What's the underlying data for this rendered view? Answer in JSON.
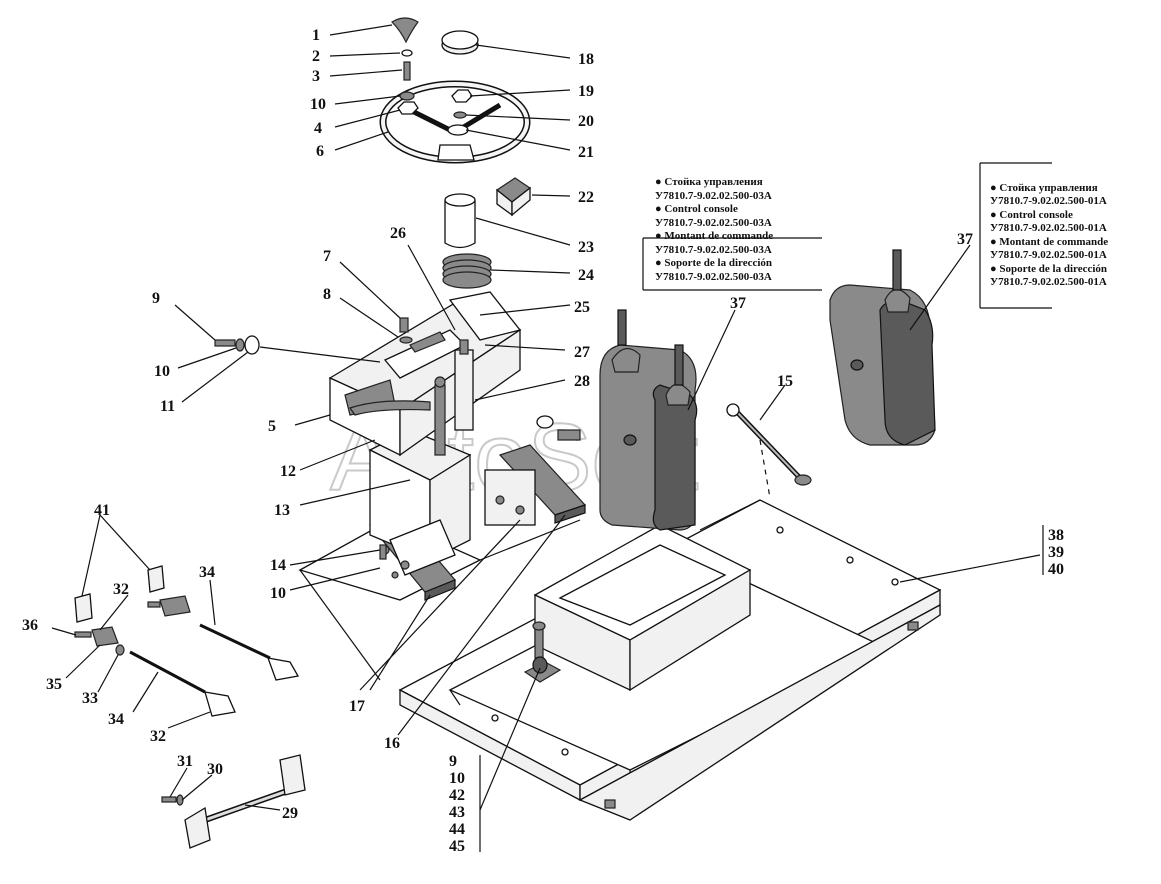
{
  "watermark": "AutoSoft",
  "labels": {
    "n1": "1",
    "n2": "2",
    "n3": "3",
    "n4": "4",
    "n5": "5",
    "n6": "6",
    "n7": "7",
    "n8": "8",
    "n9": "9",
    "n10a": "10",
    "n10b": "10",
    "n10c": "10",
    "n11": "11",
    "n12": "12",
    "n13": "13",
    "n14": "14",
    "n15": "15",
    "n16": "16",
    "n17": "17",
    "n18": "18",
    "n19": "19",
    "n20": "20",
    "n21": "21",
    "n22": "22",
    "n23": "23",
    "n24": "24",
    "n25": "25",
    "n26": "26",
    "n27": "27",
    "n28": "28",
    "n29": "29",
    "n30": "30",
    "n31": "31",
    "n32a": "32",
    "n32b": "32",
    "n33": "33",
    "n34a": "34",
    "n34b": "34",
    "n35": "35",
    "n36": "36",
    "n37a": "37",
    "n37b": "37",
    "n41": "41"
  },
  "groups": {
    "right_stack": [
      "38",
      "39",
      "40"
    ],
    "bottom_stack": [
      "9",
      "10",
      "42",
      "43",
      "44",
      "45"
    ]
  },
  "notes": {
    "left": [
      "● Стойка управления",
      "У7810.7-9.02.02.500-03А",
      "● Control console",
      "У7810.7-9.02.02.500-03А",
      "● Montant de commande",
      "У7810.7-9.02.02.500-03А",
      "● Soporte de la dirección",
      "У7810.7-9.02.02.500-03А"
    ],
    "right": [
      "● Стойка управления",
      "У7810.7-9.02.02.500-01А",
      "● Control console",
      "У7810.7-9.02.02.500-01А",
      "● Montant de commande",
      "У7810.7-9.02.02.500-01А",
      "● Soporte de la dirección",
      "У7810.7-9.02.02.500-01А"
    ]
  }
}
